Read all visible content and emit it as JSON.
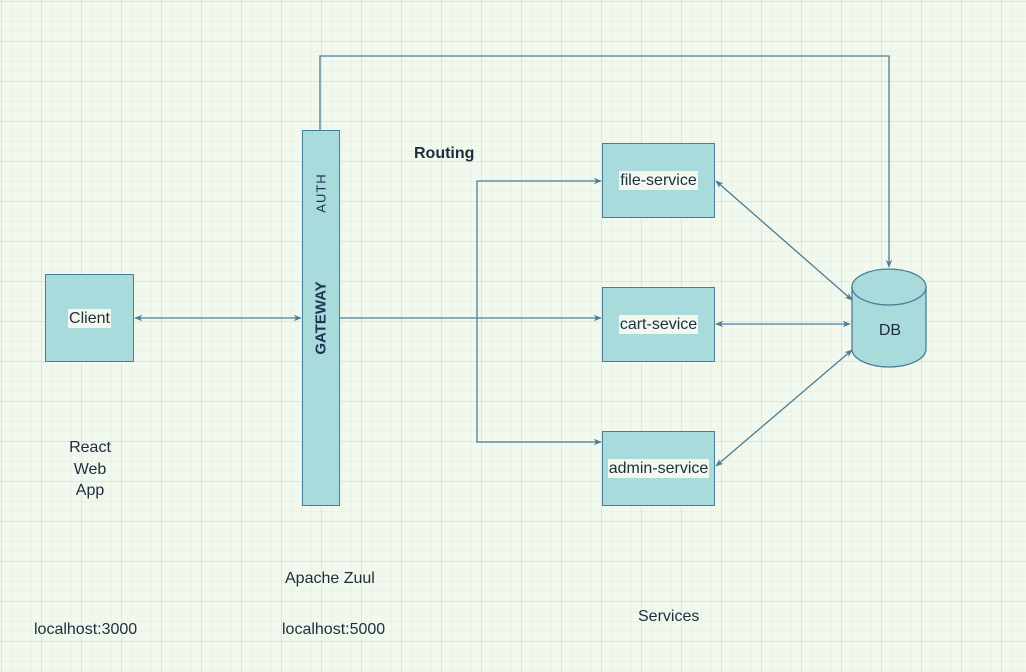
{
  "colors": {
    "box_fill": "#a9dadc",
    "stroke": "#4a7d96",
    "background": "#f1f8ee"
  },
  "client": {
    "label": "Client",
    "caption_lines": [
      "React",
      "Web",
      "App"
    ],
    "host": "localhost:3000"
  },
  "gateway": {
    "label": "GATEWAY",
    "auth_label": "AUTH",
    "caption": "Apache Zuul",
    "host": "localhost:5000"
  },
  "routing_label": "Routing",
  "services": {
    "file": "file-service",
    "cart": "cart-sevice",
    "admin": "admin-service",
    "caption": "Services"
  },
  "db": {
    "label": "DB"
  }
}
